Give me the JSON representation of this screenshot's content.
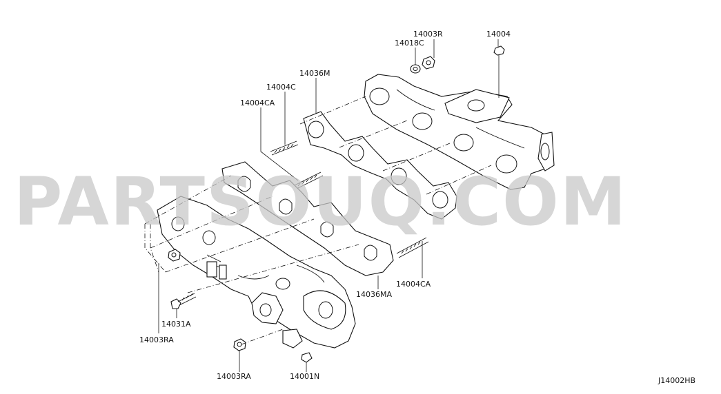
{
  "watermark": "PARTSOUQ.COM",
  "diagram_code": "J14002HB",
  "labels": {
    "p14003R": "14003R",
    "p14004": "14004",
    "p14018C": "14018C",
    "p14036M": "14036M",
    "p14004C": "14004C",
    "p14004CA_top": "14004CA",
    "p14004CA_right": "14004CA",
    "p14036MA": "14036MA",
    "p14031A": "14031A",
    "p14003RA_left": "14003RA",
    "p14003RA_bottom": "14003RA",
    "p14001N": "14001N"
  }
}
